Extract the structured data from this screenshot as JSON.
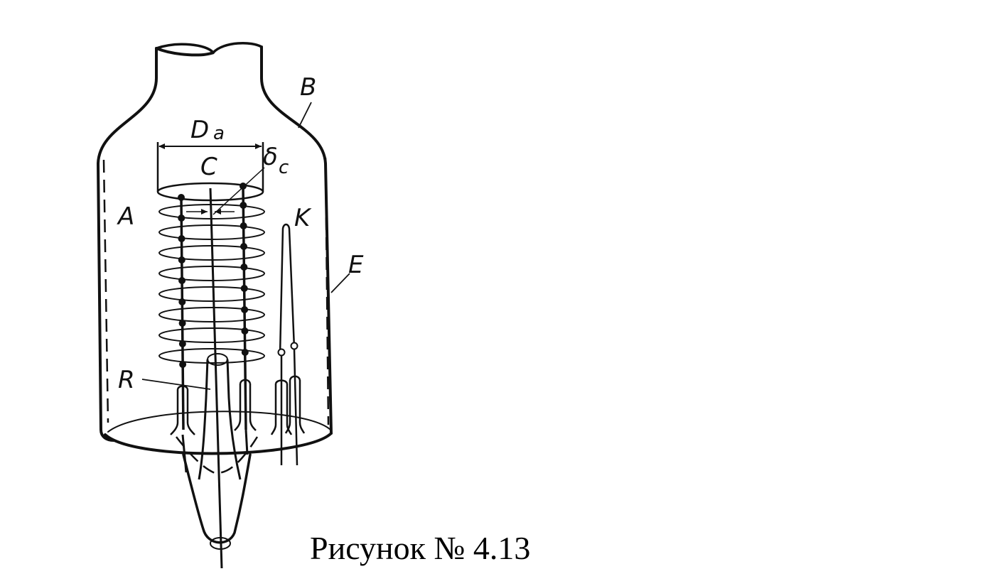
{
  "caption": "Рисунок № 4.13",
  "labels": {
    "A": "A",
    "B": "B",
    "C": "C",
    "E": "E",
    "K": "K",
    "R": "R",
    "Da_main": "D",
    "Da_sub": "a",
    "delta_main": "δ",
    "delta_sub": "c"
  },
  "colors": {
    "ink": "#111111",
    "background": "#ffffff"
  }
}
